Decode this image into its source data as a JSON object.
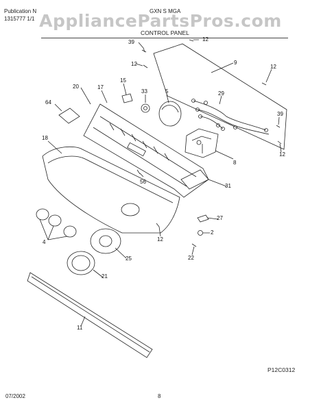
{
  "watermark": "AppliancePartsPros.com",
  "header": {
    "left_line1": "Publication N",
    "left_line2": "1315777 1/1",
    "center_line1": "GXN S MGA",
    "center_line2": "CONTROL PANEL"
  },
  "callouts": [
    {
      "id": "c39a",
      "label": "39"
    },
    {
      "id": "c12a",
      "label": "12"
    },
    {
      "id": "c9",
      "label": "9"
    },
    {
      "id": "c12b",
      "label": "12"
    },
    {
      "id": "c12c",
      "label": "12"
    },
    {
      "id": "c20",
      "label": "20"
    },
    {
      "id": "c17",
      "label": "17"
    },
    {
      "id": "c15",
      "label": "15"
    },
    {
      "id": "c33",
      "label": "33"
    },
    {
      "id": "c5",
      "label": "5"
    },
    {
      "id": "c29",
      "label": "29"
    },
    {
      "id": "c64",
      "label": "64"
    },
    {
      "id": "c39b",
      "label": "39"
    },
    {
      "id": "c18",
      "label": "18"
    },
    {
      "id": "c12d",
      "label": "12"
    },
    {
      "id": "c8",
      "label": "8"
    },
    {
      "id": "c56",
      "label": "56"
    },
    {
      "id": "c31",
      "label": "31"
    },
    {
      "id": "c27",
      "label": "27"
    },
    {
      "id": "c4",
      "label": "4"
    },
    {
      "id": "c12e",
      "label": "12"
    },
    {
      "id": "c2",
      "label": "2"
    },
    {
      "id": "c25",
      "label": "25"
    },
    {
      "id": "c22",
      "label": "22"
    },
    {
      "id": "c21",
      "label": "21"
    },
    {
      "id": "c11",
      "label": "11"
    }
  ],
  "footer": {
    "date": "07/2002",
    "page": "8",
    "code": "P12C0312"
  }
}
